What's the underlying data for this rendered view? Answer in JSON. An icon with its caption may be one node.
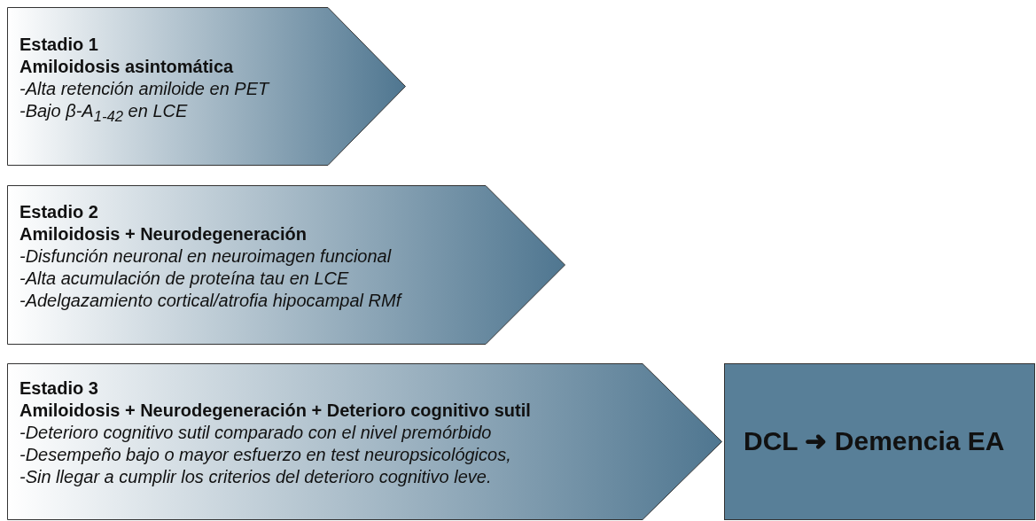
{
  "diagram": {
    "nodes": [
      {
        "text": [
          "Estadio 1",
          "Amiloidosis asintomática",
          "-Alta retención amiloide en PET",
          "-Bajo β-A$_{1-42}$ en LCE"
        ]
      },
      {
        "text": [
          "Estadio 2",
          "Amiloidosis + Neurodegeneración",
          "-Disfunción neuronal en neuroimagen funcional",
          "-Alta acumulación de proteína tau en LCE",
          "-Adelgazamiento cortical/atrofia hipocampal RMf"
        ]
      },
      {
        "text": [
          "Estadio 3",
          "Amiloidosis + Neurodegeneración + Deterioro cognitivo sutil",
          "-Deterioro cognitivo sutil comparado con el nivel premórbido",
          "-Desempeño bajo o mayor esfuerzo en test neuropsicológicos,",
          "-Sin llegar a cumplir los criterios del deterioro cognitivo leve."
        ]
      },
      {
        "text": [
          "DCL ➜ Demencia EA"
        ]
      }
    ]
  }
}
